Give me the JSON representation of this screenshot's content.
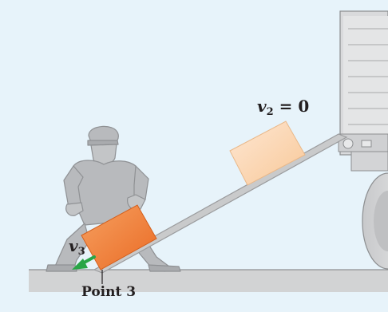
{
  "labels": {
    "v2": {
      "symbol": "v",
      "subscript": "2",
      "rest": " = 0"
    },
    "v3": {
      "symbol": "v",
      "subscript": "3"
    },
    "point": "Point 3"
  },
  "colors": {
    "background": "#e7f3fa",
    "ramp": "#c9cacb",
    "ramp_edge": "#9a9b9d",
    "box_upper": "#fbd2ac",
    "box_lower": "#f0823c",
    "arrow": "#2aa547",
    "figure": "#b6b8bb",
    "truck": "#d0d1d3",
    "ground": "#cccdce"
  },
  "icons": [
    "worker-figure",
    "truck-body",
    "truck-wheel",
    "box",
    "velocity-arrow"
  ]
}
